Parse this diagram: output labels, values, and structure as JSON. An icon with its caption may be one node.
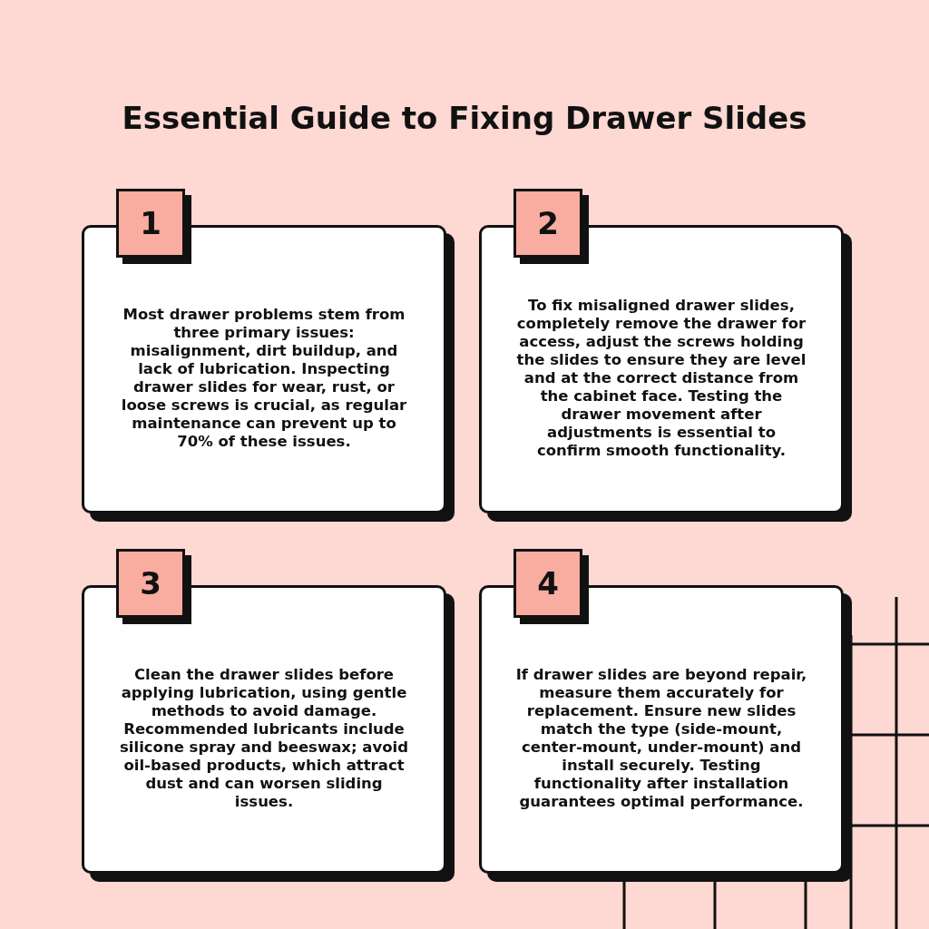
{
  "diagram": {
    "title": "Essential Guide to Fixing Drawer Slides",
    "nodes": [
      {
        "text": [
          "1"
        ]
      },
      {
        "text": [
          "Most drawer problems stem from three primary issues: misalignment, dirt buildup, and lack of lubrication. Inspecting drawer slides for wear, rust, or loose screws is crucial, as regular maintenance can prevent up to 70% of these issues."
        ]
      },
      {
        "text": [
          "2"
        ]
      },
      {
        "text": [
          "To fix misaligned drawer slides, completely remove the drawer for access, adjust the screws holding the slides to ensure they are level and at the correct distance from the cabinet face. Testing the drawer movement after adjustments is essential to confirm smooth functionality."
        ]
      },
      {
        "text": [
          "3"
        ]
      },
      {
        "text": [
          "Clean the drawer slides before applying lubrication, using gentle methods to avoid damage. Recommended lubricants include silicone spray and beeswax; avoid oil-based products, which attract dust and can worsen sliding issues."
        ]
      },
      {
        "text": [
          "4"
        ]
      },
      {
        "text": [
          "If drawer slides are beyond repair, measure them accurately for replacement. Ensure new slides match the type (side-mount, center-mount, under-mount) and install securely. Testing functionality after installation guarantees optimal performance."
        ]
      }
    ]
  }
}
